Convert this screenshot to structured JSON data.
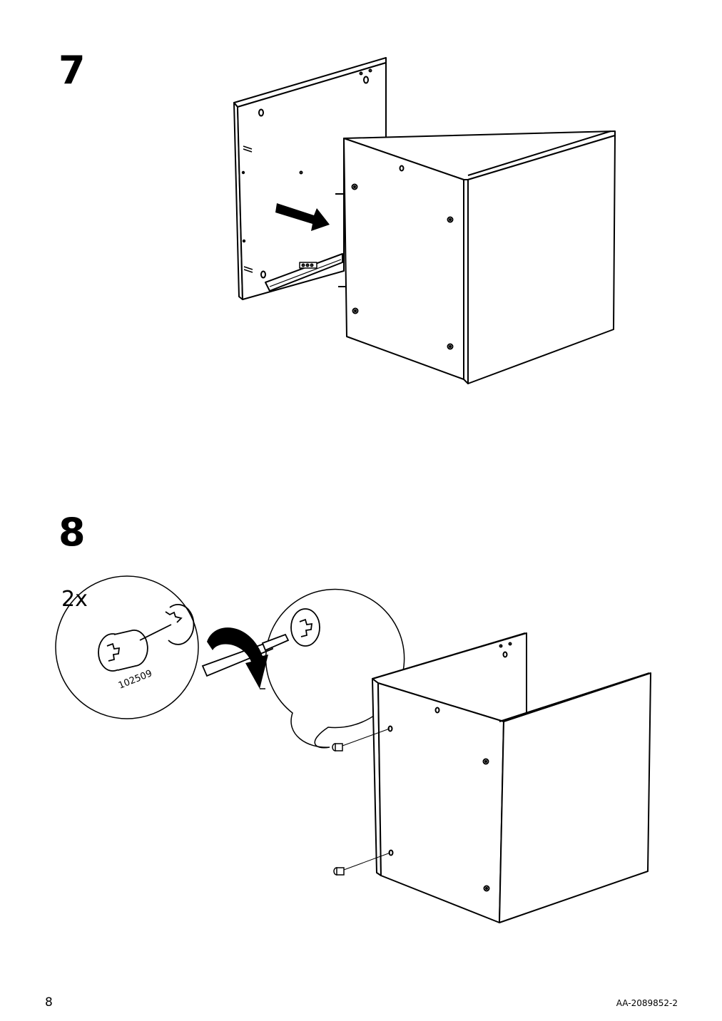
{
  "steps": [
    {
      "number": "7"
    },
    {
      "number": "8",
      "quantity": "2x",
      "part_number": "102509"
    }
  ],
  "footer": {
    "page_number": "8",
    "document_id": "AA-2089852-2"
  },
  "icons": [
    "panel-illustration",
    "cabinet-illustration",
    "arrow-right-icon",
    "cam-lock-icon",
    "screwdriver-icon",
    "rotate-arrow-icon",
    "dowel-icon"
  ]
}
